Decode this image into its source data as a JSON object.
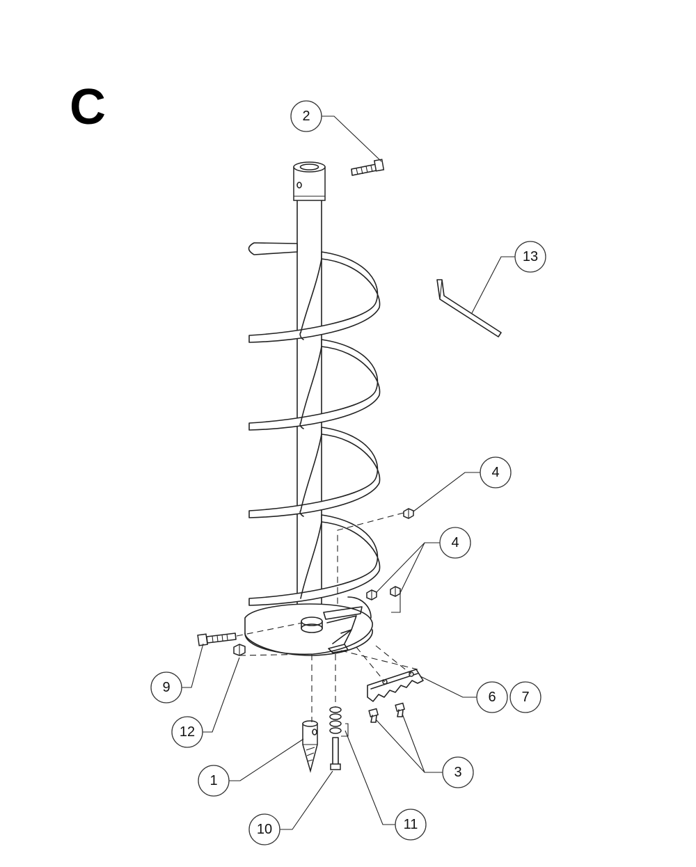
{
  "section_letter": "C",
  "callouts": [
    {
      "id": "c2",
      "label": "2"
    },
    {
      "id": "c13",
      "label": "13"
    },
    {
      "id": "c4a",
      "label": "4"
    },
    {
      "id": "c4b",
      "label": "4"
    },
    {
      "id": "c9",
      "label": "9"
    },
    {
      "id": "c6",
      "label": "6"
    },
    {
      "id": "c7",
      "label": "7"
    },
    {
      "id": "c12",
      "label": "12"
    },
    {
      "id": "c3",
      "label": "3"
    },
    {
      "id": "c1",
      "label": "1"
    },
    {
      "id": "c10",
      "label": "10"
    },
    {
      "id": "c11",
      "label": "11"
    }
  ],
  "colors": {
    "line": "#222222",
    "background": "#ffffff"
  }
}
